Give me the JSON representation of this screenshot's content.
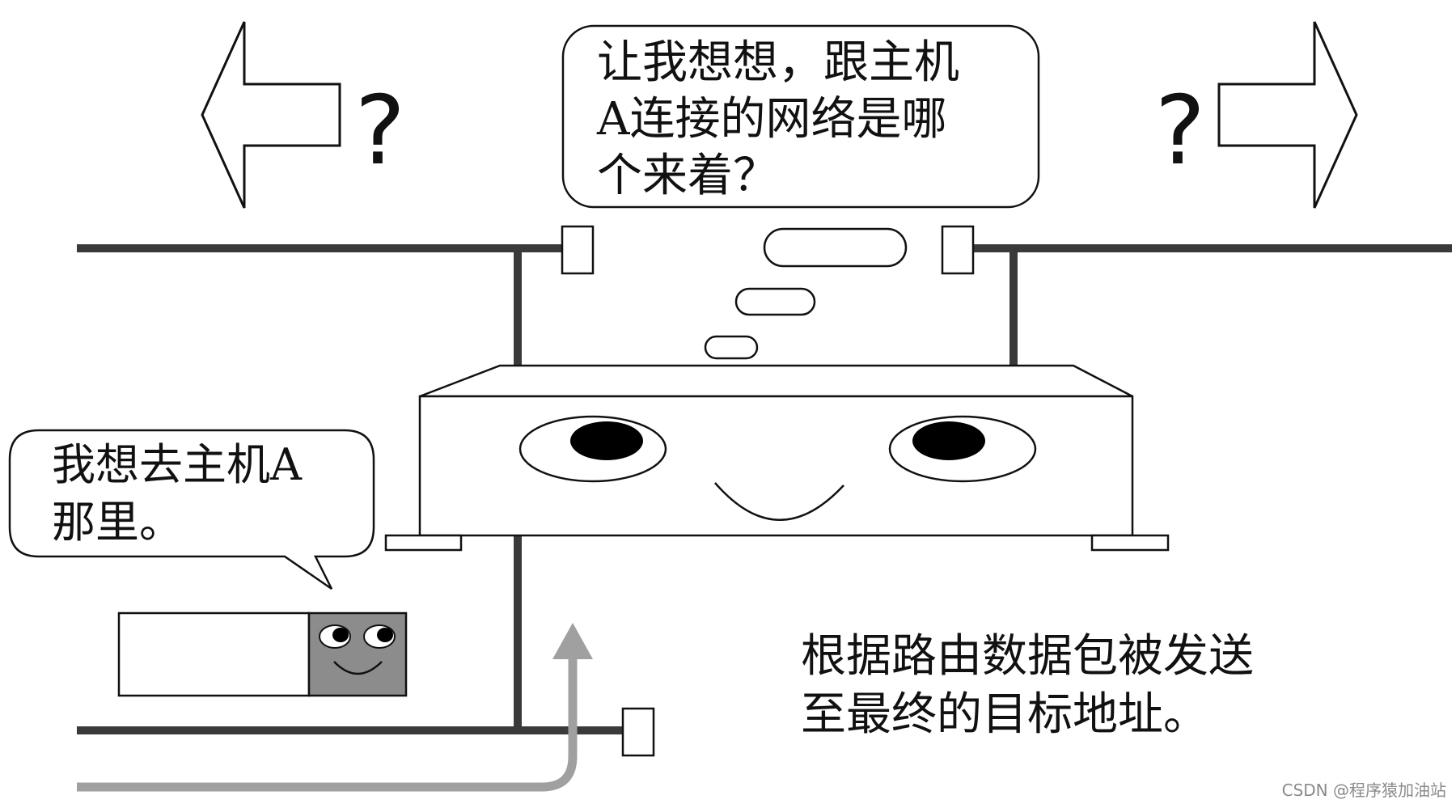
{
  "router_bubble": {
    "lines": [
      "让我想想，跟主机",
      "A连接的网络是哪",
      "个来着？"
    ]
  },
  "packet_bubble": {
    "lines": [
      "我想去主机A",
      "那里。"
    ]
  },
  "caption": {
    "lines": [
      "根据路由数据包被发送",
      "至最终的目标地址。"
    ]
  },
  "left_arrow": {
    "label": "?"
  },
  "right_arrow": {
    "label": "?"
  },
  "watermark": "CSDN @程序猿加油站",
  "colors": {
    "line": "#3a3a3a",
    "stroke": "#111111",
    "packet_face": "#8c8c8c",
    "path_arrow": "#a0a0a0",
    "background": "#ffffff"
  }
}
